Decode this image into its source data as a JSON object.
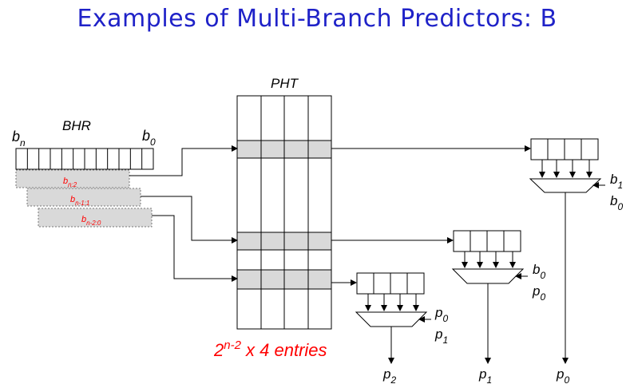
{
  "title": "Examples of Multi-Branch Predictors: B",
  "pht_label": "PHT",
  "bhr_label": "BHR",
  "bhr_msb": {
    "base": "b",
    "sub": "n"
  },
  "bhr_lsb": {
    "base": "b",
    "sub": "0"
  },
  "slices": [
    {
      "base": "b",
      "sub": "n:2"
    },
    {
      "base": "b",
      "sub": "n-1:1"
    },
    {
      "base": "b",
      "sub": "n-2:0"
    }
  ],
  "entries": {
    "base": "2",
    "exp": "n-2",
    "rest": " x 4 entries"
  },
  "mux_selects": [
    [
      {
        "base": "b",
        "sub": "1"
      },
      {
        "base": "b",
        "sub": "0"
      }
    ],
    [
      {
        "base": "b",
        "sub": "0"
      },
      {
        "base": "p",
        "sub": "0"
      }
    ],
    [
      {
        "base": "p",
        "sub": "0"
      },
      {
        "base": "p",
        "sub": "1"
      }
    ]
  ],
  "outputs": [
    {
      "base": "p",
      "sub": "2"
    },
    {
      "base": "p",
      "sub": "1"
    },
    {
      "base": "p",
      "sub": "0"
    }
  ],
  "colors": {
    "title": "#1f22c8",
    "highlight": "#ff0000",
    "row_fill": "#d9d9d9"
  }
}
